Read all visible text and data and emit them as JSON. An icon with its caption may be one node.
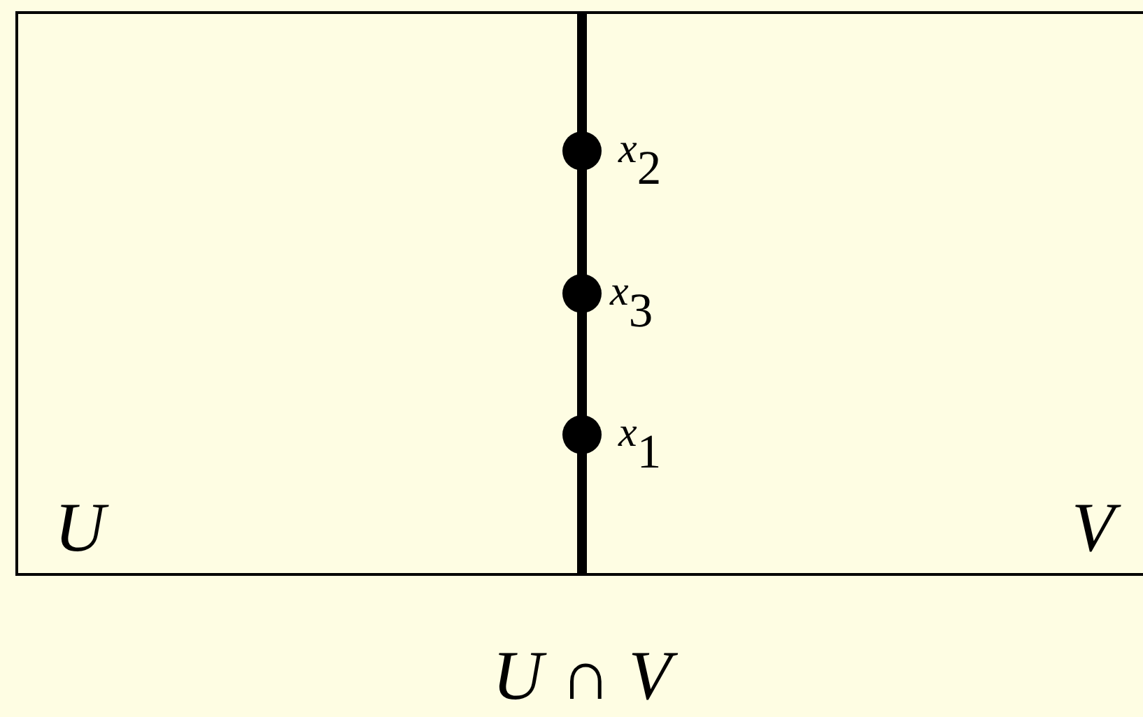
{
  "diagram": {
    "nodes": [
      {
        "text": [
          "U"
        ]
      },
      {
        "text": [
          "V"
        ]
      }
    ],
    "labels": [
      "*x*$_{2}$",
      "*x*$_{3}$",
      "*x*$_{1}$",
      "*U* ∩ *V*"
    ]
  }
}
